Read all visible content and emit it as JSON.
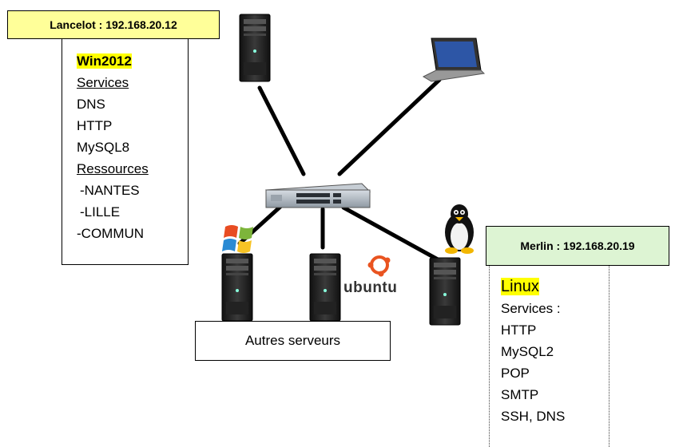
{
  "lancelot": {
    "header": "Lancelot : 192.168.20.12",
    "os": "Win2012",
    "services_label": "Services",
    "services": [
      "DNS",
      "HTTP",
      "MySQL8"
    ],
    "resources_label": "Ressources",
    "resources": [
      "-NANTES",
      "-LILLE",
      "-COMMUN"
    ]
  },
  "merlin": {
    "header": "Merlin : 192.168.20.19",
    "os": "Linux",
    "services_label": "Services :",
    "services": [
      "HTTP",
      "MySQL2",
      "POP",
      "SMTP",
      "SSH, DNS"
    ]
  },
  "other_servers_label": "Autres serveurs",
  "ubuntu_label": "ubuntu",
  "icons": {
    "tower": "server-tower-icon",
    "laptop": "laptop-icon",
    "switch": "network-switch-icon",
    "windows": "windows-logo-icon",
    "ubuntu": "ubuntu-logo-icon",
    "linux": "tux-penguin-icon"
  },
  "colors": {
    "lancelot_header_bg": "#ffff99",
    "merlin_header_bg": "#ddf4d3",
    "highlight": "#ffff00"
  }
}
